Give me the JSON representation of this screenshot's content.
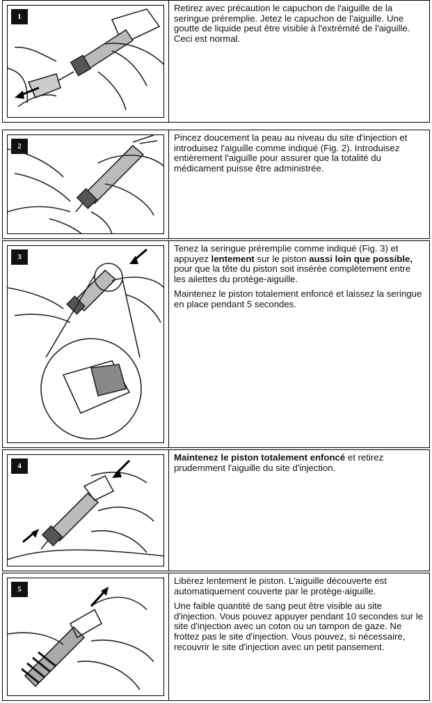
{
  "steps": [
    {
      "number": "1",
      "paragraphs": [
        [
          "Retirez avec précaution le capuchon de l'aiguille de la seringue préremplie. Jetez le capuchon de l'aiguille. Une goutte de liquide peut être visible à l'extrémité de l'aiguille. Ceci est normal."
        ]
      ]
    },
    {
      "number": "2",
      "paragraphs": [
        [
          "Pincez doucement la peau au niveau du site d'injection et introduisez l'aiguille comme indiqué (Fig. 2). Introduisez entièrement l'aiguille pour assurer que la totalité du médicament puisse être administrée."
        ]
      ]
    },
    {
      "number": "3",
      "p1_a": "Tenez la seringue préremplie comme indiqué (Fig. 3) et appuyez ",
      "p1_b": "lentement",
      "p1_c": " sur le piston ",
      "p1_d": "aussi loin que possible,",
      "p1_e": " pour que la tête du piston soit insérée complètement entre les ailettes du protège-aiguille.",
      "p2": "Maintenez le piston totalement enfoncé et laissez la seringue en place pendant 5 secondes."
    },
    {
      "number": "4",
      "p1_a": "Maintenez le piston totalement enfoncé",
      "p1_b": " et retirez prudemment l'aiguille du site d'injection."
    },
    {
      "number": "5",
      "p1": "Libérez lentement le piston. L'aiguille découverte est automatiquement couverte par le protège-aiguille.",
      "p2": "Une faible quantité de sang peut être visible au site d'injection. Vous pouvez appuyer pendant 10 secondes sur le site d'injection avec un coton ou un tampon de gaze. Ne frottez pas le site d'injection. Vous pouvez, si nécessaire, recouvrir le site d'injection avec un petit pansement."
    }
  ]
}
